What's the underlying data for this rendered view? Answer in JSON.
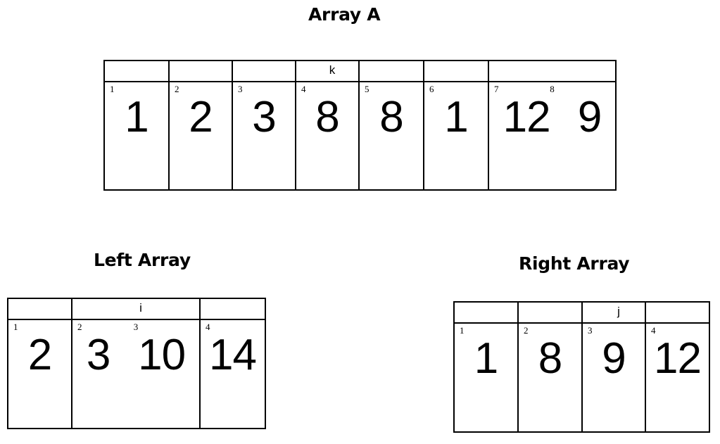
{
  "diagram": {
    "kind": "merge-sort-merge-step",
    "arrays": [
      {
        "id": "array-a",
        "title": "Array A",
        "pointer_row": [
          {
            "index_label": "1",
            "pointer": ""
          },
          {
            "index_label": "2",
            "pointer": ""
          },
          {
            "index_label": "3",
            "pointer": ""
          },
          {
            "index_label": "4",
            "pointer": "k"
          },
          {
            "index_label": "5",
            "pointer": ""
          },
          {
            "index_label": "6",
            "pointer": ""
          },
          {
            "index_label": "7",
            "pointer": ""
          }
        ],
        "cells": [
          {
            "index_label": "1",
            "values": [
              "1"
            ]
          },
          {
            "index_label": "2",
            "values": [
              "2"
            ]
          },
          {
            "index_label": "3",
            "values": [
              "3"
            ]
          },
          {
            "index_label": "4",
            "values": [
              "8"
            ]
          },
          {
            "index_label": "5",
            "values": [
              "8"
            ]
          },
          {
            "index_label": "6",
            "values": [
              "1"
            ]
          },
          {
            "index_label": "7",
            "index_label_2": "8",
            "values": [
              "12",
              "9"
            ]
          }
        ],
        "sequence": [
          "1",
          "2",
          "3",
          "8",
          "8",
          "1",
          "12",
          "9"
        ],
        "indices": [
          "1",
          "2",
          "3",
          "4",
          "5",
          "6",
          "7",
          "8"
        ],
        "pointer_name": "k",
        "pointer_at_index": "4"
      },
      {
        "id": "left-array",
        "title": "Left Array",
        "pointer_row": [
          {
            "index_label": "1",
            "pointer": ""
          },
          {
            "index_label": "2",
            "pointer": "i"
          },
          {
            "index_label": "4",
            "pointer": ""
          }
        ],
        "cells": [
          {
            "index_label": "1",
            "values": [
              "2"
            ]
          },
          {
            "index_label": "2",
            "index_label_2": "3",
            "values": [
              "3",
              "10"
            ]
          },
          {
            "index_label": "4",
            "values": [
              "14"
            ]
          }
        ],
        "sequence": [
          "2",
          "3",
          "10",
          "14"
        ],
        "indices": [
          "1",
          "2",
          "3",
          "4"
        ],
        "pointer_name": "i",
        "pointer_at_index": "3"
      },
      {
        "id": "right-array",
        "title": "Right Array",
        "pointer_row": [
          {
            "index_label": "1",
            "pointer": ""
          },
          {
            "index_label": "2",
            "pointer": ""
          },
          {
            "index_label": "3",
            "pointer": "j"
          },
          {
            "index_label": "4",
            "pointer": ""
          }
        ],
        "cells": [
          {
            "index_label": "1",
            "values": [
              "1"
            ]
          },
          {
            "index_label": "2",
            "values": [
              "8"
            ]
          },
          {
            "index_label": "3",
            "values": [
              "9"
            ]
          },
          {
            "index_label": "4",
            "values": [
              "12"
            ]
          }
        ],
        "sequence": [
          "1",
          "8",
          "9",
          "12"
        ],
        "indices": [
          "1",
          "2",
          "3",
          "4"
        ],
        "pointer_name": "j",
        "pointer_at_index": "3"
      }
    ]
  },
  "colors": {
    "background": "#ffffff",
    "line": "#000000",
    "text": "#000000"
  }
}
